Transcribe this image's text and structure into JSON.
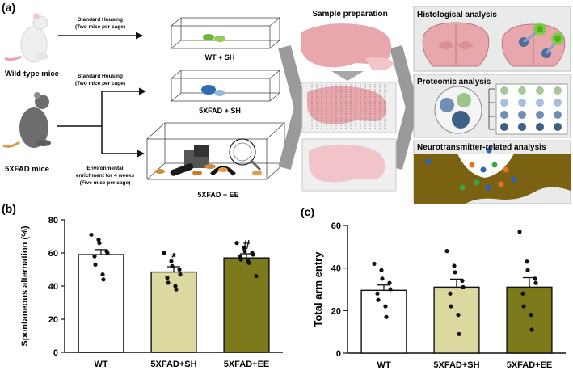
{
  "panel_a": {
    "label": "(a)",
    "mouse_wt": "Wild-type mice",
    "mouse_5xfad": "5XFAD mice",
    "housing_1a": "Standard Housing",
    "housing_1b": "(Two mice per cage)",
    "housing_2a": "Standard Housing",
    "housing_2b": "(Two mice per cage)",
    "enrich_a": "Environmental",
    "enrich_b": "enrichment for 4 weeks",
    "enrich_c": "(Five mice per cage)",
    "group1": "WT + SH",
    "group2": "5XFAD + SH",
    "group3": "5XFAD + EE",
    "sample_prep": "Sample preparation",
    "histo": "Histological analysis",
    "proteomic": "Proteomic analysis",
    "neuro": "Neurotransmitter-related analysis"
  },
  "colors": {
    "wt": "#ffffff",
    "sh": "#dcd9a0",
    "ee": "#7d7a1c",
    "brain": "#e8a7ad",
    "panel_bg": "#e9eaea",
    "mouse_white": "#eeeeee",
    "mouse_grey": "#6d6d6d"
  },
  "chart_data": [
    {
      "panel": "(b)",
      "type": "bar",
      "ylabel": "Spontaneous alternation (%)",
      "ylim": [
        0,
        80
      ],
      "yticks": [
        "0",
        "20",
        "40",
        "60",
        "80"
      ],
      "categories": [
        "WT",
        "5XFAD+SH",
        "5XFAD+EE"
      ],
      "values": [
        59,
        48.5,
        57
      ],
      "sem": [
        3,
        3.2,
        2.5
      ],
      "annotations": [
        "",
        "*",
        "#"
      ],
      "points": [
        [
          71,
          68,
          66,
          61,
          60,
          58,
          53,
          47,
          44
        ],
        [
          60,
          55,
          52,
          50,
          47,
          45,
          42,
          40,
          38
        ],
        [
          66,
          63,
          61,
          60,
          59,
          58,
          56,
          55,
          54,
          46
        ]
      ]
    },
    {
      "panel": "(c)",
      "type": "bar",
      "ylabel": "Total arm entry",
      "ylim": [
        0,
        60
      ],
      "yticks": [
        "0",
        "20",
        "40",
        "60"
      ],
      "categories": [
        "WT",
        "5XFAD+SH",
        "5XFAD+EE"
      ],
      "values": [
        29.5,
        31,
        31
      ],
      "sem": [
        2.5,
        3.8,
        4.5
      ],
      "annotations": [
        "",
        "",
        ""
      ],
      "points": [
        [
          42,
          39,
          35,
          33,
          30,
          28,
          25,
          22,
          17
        ],
        [
          48,
          41,
          38,
          34,
          31,
          28,
          22,
          18,
          9
        ],
        [
          57,
          43,
          39,
          35,
          33,
          28,
          22,
          18,
          11
        ]
      ]
    }
  ]
}
